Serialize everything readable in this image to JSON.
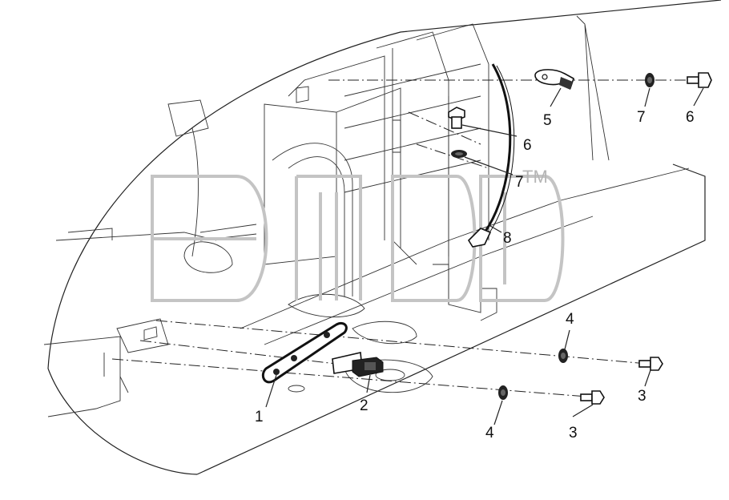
{
  "diagram": {
    "callouts": [
      {
        "id": "callout-1",
        "text": "1"
      },
      {
        "id": "callout-2",
        "text": "2"
      },
      {
        "id": "callout-3a",
        "text": "3"
      },
      {
        "id": "callout-3b",
        "text": "3"
      },
      {
        "id": "callout-4a",
        "text": "4"
      },
      {
        "id": "callout-4b",
        "text": "4"
      },
      {
        "id": "callout-5",
        "text": "5"
      },
      {
        "id": "callout-6a",
        "text": "6"
      },
      {
        "id": "callout-6b",
        "text": "6"
      },
      {
        "id": "callout-7a",
        "text": "7"
      },
      {
        "id": "callout-7b",
        "text": "7"
      },
      {
        "id": "callout-8",
        "text": "8"
      }
    ],
    "watermark": {
      "text": "эпф",
      "trademark": "TM"
    }
  },
  "colors": {
    "line": "#222222",
    "watermark": "#c4c4c4",
    "background": "#ffffff"
  }
}
